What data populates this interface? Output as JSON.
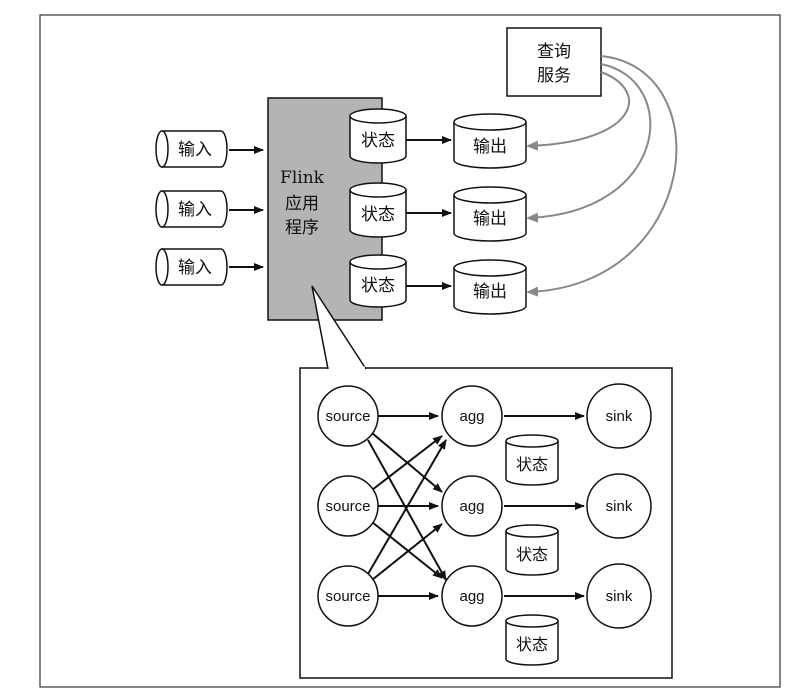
{
  "diagram": {
    "inputs": [
      "输入",
      "输入",
      "输入"
    ],
    "app": {
      "line1": "Flink",
      "line2": "应用",
      "line3": "程序"
    },
    "app_states": [
      "状态",
      "状态",
      "状态"
    ],
    "outputs": [
      "输出",
      "输出",
      "输出"
    ],
    "query": {
      "line1": "查询",
      "line2": "服务"
    },
    "detail": {
      "sources": [
        "source",
        "source",
        "source"
      ],
      "aggs": [
        "agg",
        "agg",
        "agg"
      ],
      "sinks": [
        "sink",
        "sink",
        "sink"
      ],
      "states": [
        "状态",
        "状态",
        "状态"
      ]
    }
  }
}
